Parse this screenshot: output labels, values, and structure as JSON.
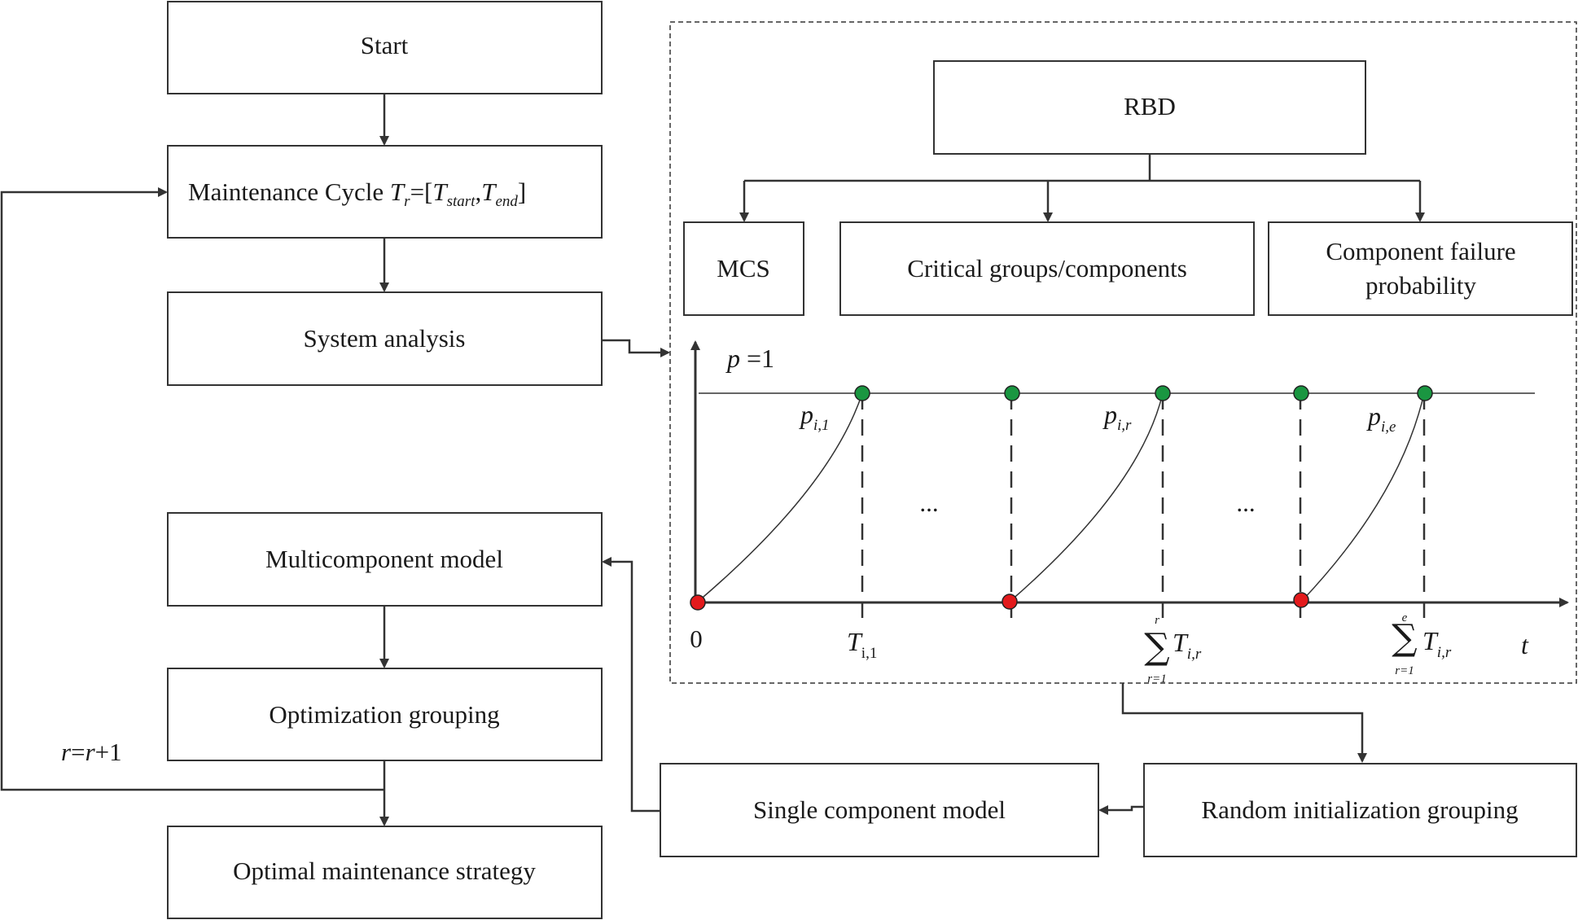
{
  "flow": {
    "start": "Start",
    "maintenance_cycle": {
      "prefix": "Maintenance Cycle ",
      "T": "T",
      "r": "r",
      "eq_open": "=[",
      "start_sub": "start",
      "comma": ",",
      "end_sub": "end",
      "close": "]"
    },
    "system_analysis": "System analysis",
    "multicomponent_model": "Multicomponent model",
    "optimization_grouping": "Optimization grouping",
    "optimal_strategy": "Optimal maintenance strategy",
    "loop_label": {
      "r1": "r",
      "eq": "=",
      "r2": "r",
      "plus_one": "+1"
    }
  },
  "analysis": {
    "rbd": "RBD",
    "mcs": "MCS",
    "critical": "Critical groups/components",
    "failure_line1": "Component failure",
    "failure_line2": "probability"
  },
  "bottom": {
    "single_component": "Single component model",
    "random_init": "Random initialization grouping"
  },
  "plot": {
    "p_label": "p",
    "p_value": " =1",
    "origin": "0",
    "t_axis": "t",
    "ellipsis": "...",
    "curve_labels": [
      {
        "p": "p",
        "sub": "i,1"
      },
      {
        "p": "p",
        "sub": "i,r"
      },
      {
        "p": "p",
        "sub": "i,e"
      }
    ],
    "tick_T": "T",
    "tick_T_sub": "i,1",
    "sum1": {
      "sigma": "∑",
      "top": "r",
      "bottom": "r=1",
      "T": "T",
      "sub": "i,r"
    },
    "sum2": {
      "sigma": "∑",
      "top": "e",
      "bottom": "r=1",
      "T": "T",
      "sub": "i,r"
    },
    "colors": {
      "top_dot": "#1a9641",
      "bottom_dot": "#e31a1c"
    }
  }
}
